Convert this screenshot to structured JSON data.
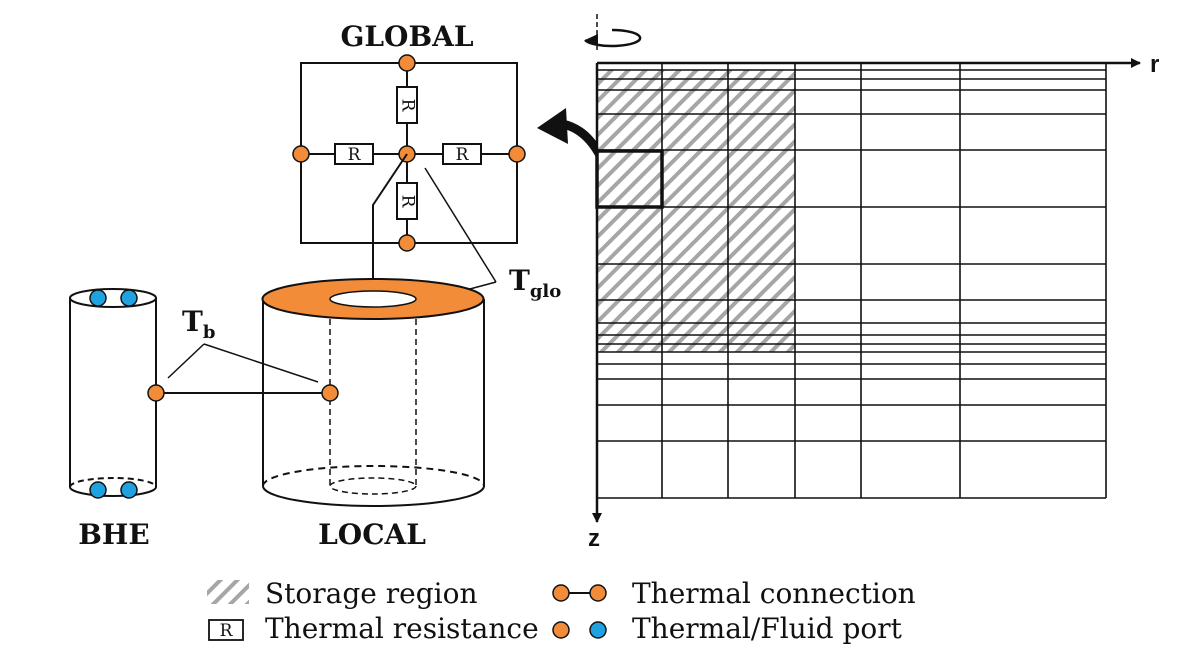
{
  "labels": {
    "global": "GLOBAL",
    "local": "LOCAL",
    "bhe": "BHE",
    "t_b_main": "T",
    "t_b_sub": "b",
    "t_glo_main": "T",
    "t_glo_sub": "glo",
    "axis_r": "r",
    "axis_z": "z",
    "resistor": "R"
  },
  "legend": {
    "storage_region": "Storage region",
    "thermal_resistance": "Thermal resistance",
    "thermal_connection": "Thermal connection",
    "thermal_fluid_port": "Thermal/Fluid port",
    "resistor_symbol": "R"
  },
  "colors": {
    "thermal_port": "#F28C38",
    "fluid_port": "#1FA3E0",
    "line": "#111111",
    "hatch": "#A6A6A6"
  },
  "icons": {
    "rotation": "rotation-arrow-icon",
    "curved_arrow": "curved-arrow-icon"
  }
}
